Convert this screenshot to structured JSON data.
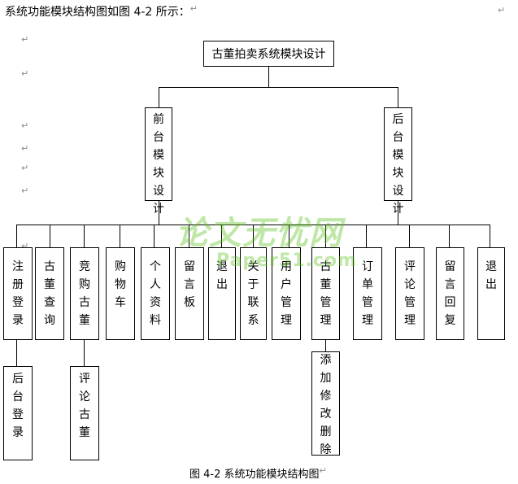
{
  "intro": "系统功能模块结构图如图 4-2 所示：",
  "diagram": {
    "root": "古董拍卖系统模块设计",
    "front": "前\n台\n模\n块\n设\n计",
    "back": "后\n台\n模\n块\n设\n计",
    "modules": [
      "注\n册\n登\n录",
      "古\n董\n查\n询",
      "竞\n购\n古\n董",
      "购\n物\n车",
      "个\n人\n资\n料",
      "留\n言\n板",
      "退\n出",
      "关\n于\n联\n系",
      "用\n户\n管\n理",
      "古\n董\n管\n理",
      "订\n单\n管\n理",
      "评\n论\n管\n理",
      "留\n言\n回\n复",
      "退\n出"
    ],
    "sub_modules": [
      "后\n台\n登\n录",
      "评\n论\n古\n董",
      "添\n加\n修\n改\n删\n除"
    ]
  },
  "caption": "图 4-2   系统功能模块结构图",
  "watermark": {
    "line1": "论文无忧网",
    "line2": "Paper51.com"
  },
  "paragraph_mark": "↵"
}
